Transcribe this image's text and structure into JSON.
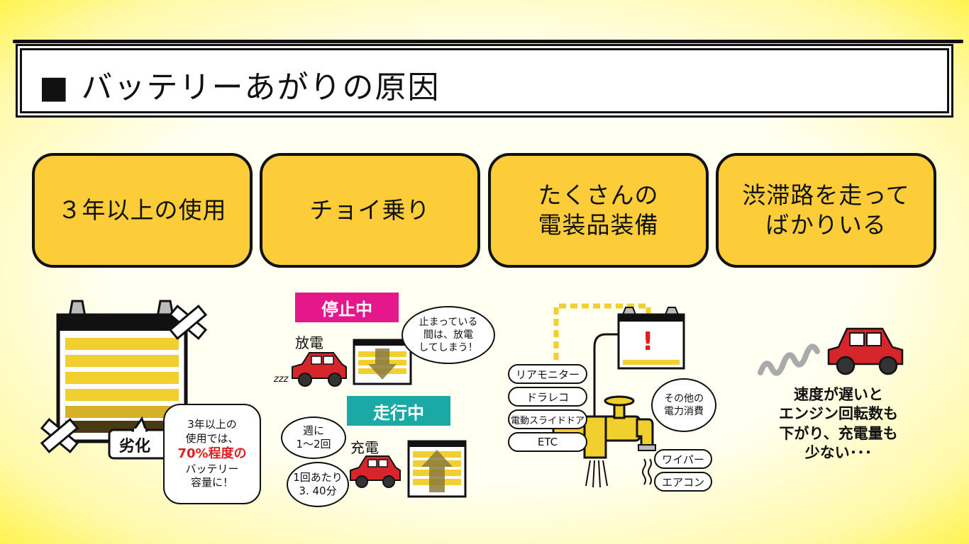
{
  "title": "■ バッテリーあがりの原因",
  "cards": [
    {
      "lines": [
        "３年以上の使用"
      ]
    },
    {
      "lines": [
        "チョイ乗り"
      ]
    },
    {
      "lines": [
        "たくさんの",
        "電装品装備"
      ]
    },
    {
      "lines": [
        "渋滞路を走って",
        "ばかりいる"
      ]
    }
  ],
  "aging": {
    "label": "劣化",
    "note": [
      "3年以上の",
      "使用では、"
    ],
    "note_red": "70%程度の",
    "note_end": [
      "バッテリー",
      "容量に！"
    ]
  },
  "short_trip": {
    "stopped_label": "停止中",
    "discharge": "放電",
    "stopped_note": [
      "止まっている",
      "間は、放電",
      "してしまう！"
    ],
    "zzz": "zzz",
    "running_label": "走行中",
    "charge": "充電",
    "freq_note": [
      "週に",
      "1〜2回"
    ],
    "time_note": [
      "1回あたり",
      "3. 40分"
    ]
  },
  "equipment": {
    "items_left": [
      "リアモニター",
      "ドラレコ",
      "電動スライドドア",
      "ETC"
    ],
    "other_note": [
      "その他の",
      "電力消費"
    ],
    "items_right": [
      "ワイパー",
      "エアコン"
    ],
    "warning": "!"
  },
  "traffic": {
    "caption": [
      "速度が遅いと",
      "エンジン回転数も",
      "下がり、充電量も",
      "少ない･･･"
    ]
  },
  "colors": {
    "card_yellow": "#fccd38",
    "battery_yellow": "#f1cf2e",
    "pink": "#e5178a",
    "teal": "#1aa9a5",
    "car_red": "#d6262b",
    "accent_red": "#e02020"
  }
}
